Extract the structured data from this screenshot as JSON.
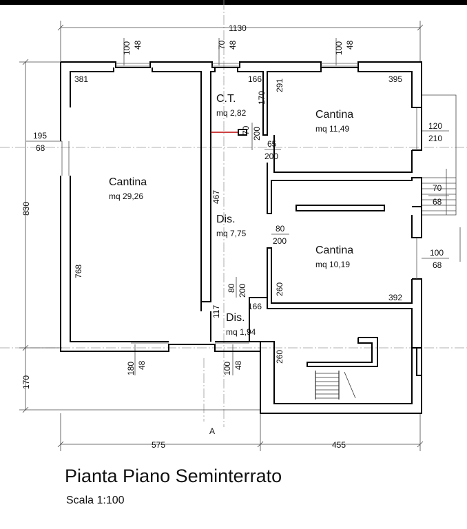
{
  "plan": {
    "title": "Pianta Piano Seminterrato",
    "scale": "Scala 1:100",
    "section_mark": "A",
    "rooms": [
      {
        "key": "cantina_1",
        "name": "Cantina",
        "area": "mq 29,26"
      },
      {
        "key": "ct",
        "name": "C.T.",
        "area": "mq 2,82"
      },
      {
        "key": "cantina_2",
        "name": "Cantina",
        "area": "mq 11,49"
      },
      {
        "key": "dis_1",
        "name": "Dis.",
        "area": "mq  7,75"
      },
      {
        "key": "cantina_3",
        "name": "Cantina",
        "area": "mq 10,19"
      },
      {
        "key": "dis_2",
        "name": "Dis.",
        "area": "mq 1,94"
      }
    ],
    "dimensions": {
      "total_width": "1130",
      "total_height": "830",
      "left_width": "575",
      "right_width": "455",
      "stair_depth": "170",
      "top_window_1": [
        "100",
        "48"
      ],
      "top_window_2": [
        "70",
        "48"
      ],
      "top_window_3": [
        "100",
        "48"
      ],
      "bottom_window_1": [
        "180",
        "48"
      ],
      "bottom_window_2": [
        "100",
        "48"
      ],
      "left_window": [
        "195",
        "68"
      ],
      "right_window_1": [
        "120",
        "210"
      ],
      "right_window_2": [
        "70",
        "68"
      ],
      "right_window_3": [
        "100",
        "68"
      ],
      "door_ct": [
        "70",
        "200"
      ],
      "door_cantina_2": [
        "65",
        "200"
      ],
      "door_cantina_3": [
        "80",
        "200"
      ],
      "door_dis": [
        "80",
        "200"
      ],
      "inner_381": "381",
      "inner_166_top": "166",
      "inner_291": "291",
      "inner_395": "395",
      "inner_170": "170",
      "inner_467": "467",
      "inner_768": "768",
      "inner_260_a": "260",
      "inner_392": "392",
      "inner_166_mid": "166",
      "inner_117": "117",
      "inner_260_b": "260"
    }
  }
}
